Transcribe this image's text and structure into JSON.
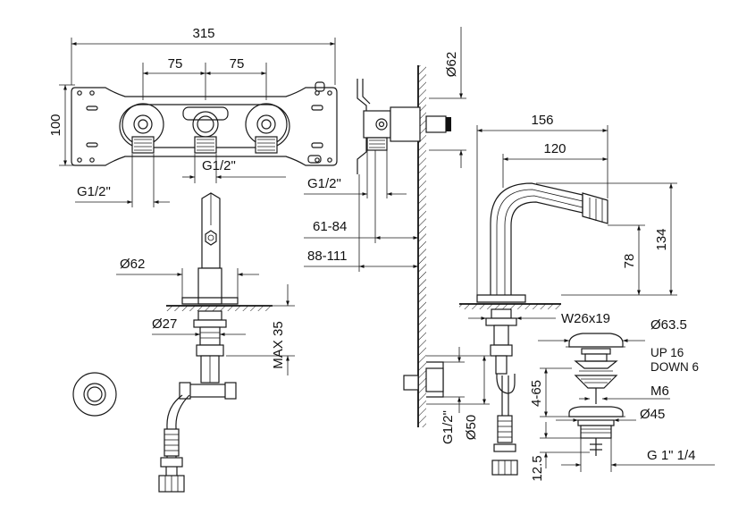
{
  "dimensions": {
    "plate_width": "315",
    "spacing_left": "75",
    "spacing_right": "75",
    "plate_height": "100",
    "thread_plate_right": "G1/2\"",
    "thread_plate_left": "G1/2\"",
    "dia_wall_flange": "Ø62",
    "thread_wall": "G1/2\"",
    "depth_range_1": "61-84",
    "depth_range_2": "88-111",
    "dia_base": "Ø62",
    "dia_shank": "Ø27",
    "max_deck": "MAX 35",
    "spout_reach": "156",
    "spout_reach_inner": "120",
    "spout_height": "134",
    "outlet_height": "78",
    "nut_size": "W26x19",
    "dia_waste_top": "Ø63.5",
    "waste_travel": "UP 16\nDOWN 6",
    "waste_up": "UP 16",
    "waste_down": "DOWN 6",
    "deck_range": "4-65",
    "rod_thread": "M6",
    "dia_waste_body": "Ø45",
    "thread_waste": "G 1\" 1/4",
    "waste_bottom": "12.5",
    "thread_connector": "G1/2\"",
    "dia_connector": "Ø50"
  }
}
